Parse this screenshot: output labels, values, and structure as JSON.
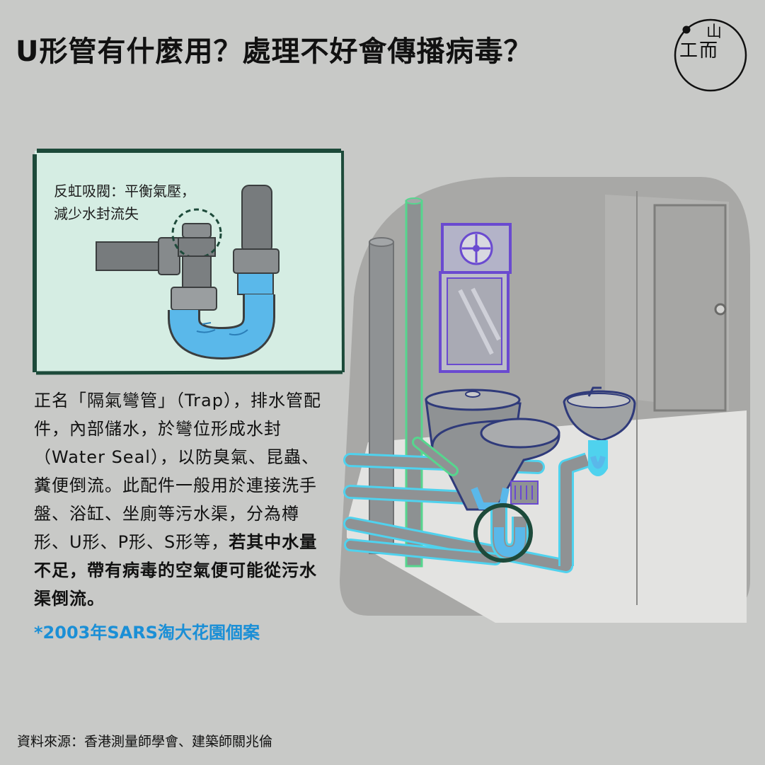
{
  "title": "U形管有什麼用？處理不好會傳播病毒？",
  "logo": {
    "top_glyph": "山",
    "left_glyph": "工",
    "right_glyph": "而"
  },
  "inset": {
    "label_line1": "反虹吸閥：平衡氣壓，",
    "label_line2": "減少水封流失"
  },
  "body": {
    "text_plain": "正名「隔氣彎管」（Trap），排水管配件，內部儲水，於彎位形成水封（Water Seal），以防臭氣、昆蟲、糞便倒流。此配件一般用於連接洗手盤、浴缸、坐廁等污水渠，分為樽形、U形、P形、S形等，",
    "text_bold": "若其中水量不足，帶有病毒的空氣便可能從污水渠倒流。"
  },
  "note": "*2003年SARS淘大花園個案",
  "source": "資料來源：香港測量師學會、建築師關兆倫",
  "colors": {
    "background": "#c8c9c7",
    "inset_bg": "#d5ede3",
    "inset_border": "#1d4a3a",
    "water": "#5ab8ea",
    "pipe_highlight": "#4fd2ee",
    "vent_highlight": "#56d68e",
    "fixture_outline": "#6a4ad0",
    "circle_marker": "#1d4a3a",
    "note_blue": "#1b8fd6"
  }
}
